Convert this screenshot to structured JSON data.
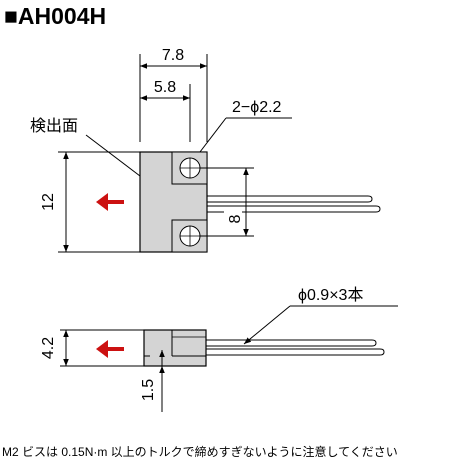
{
  "title": "■AH004H",
  "dimensions": {
    "overall_width": "7.8",
    "hole_offset": "5.8",
    "hole_spec": "2−ϕ2.2",
    "height": "12",
    "hole_pitch": "8",
    "thickness": "4.2",
    "step": "1.5"
  },
  "labels": {
    "sensing_face": "検出面",
    "wire_spec": "ϕ0.9×3本"
  },
  "note": "M2 ビスは 0.15N·m 以上のトルクで締めすぎないように注意してください",
  "colors": {
    "arrow": "#cc1111",
    "body_fill": "#d4d4d4",
    "line": "#000000"
  }
}
